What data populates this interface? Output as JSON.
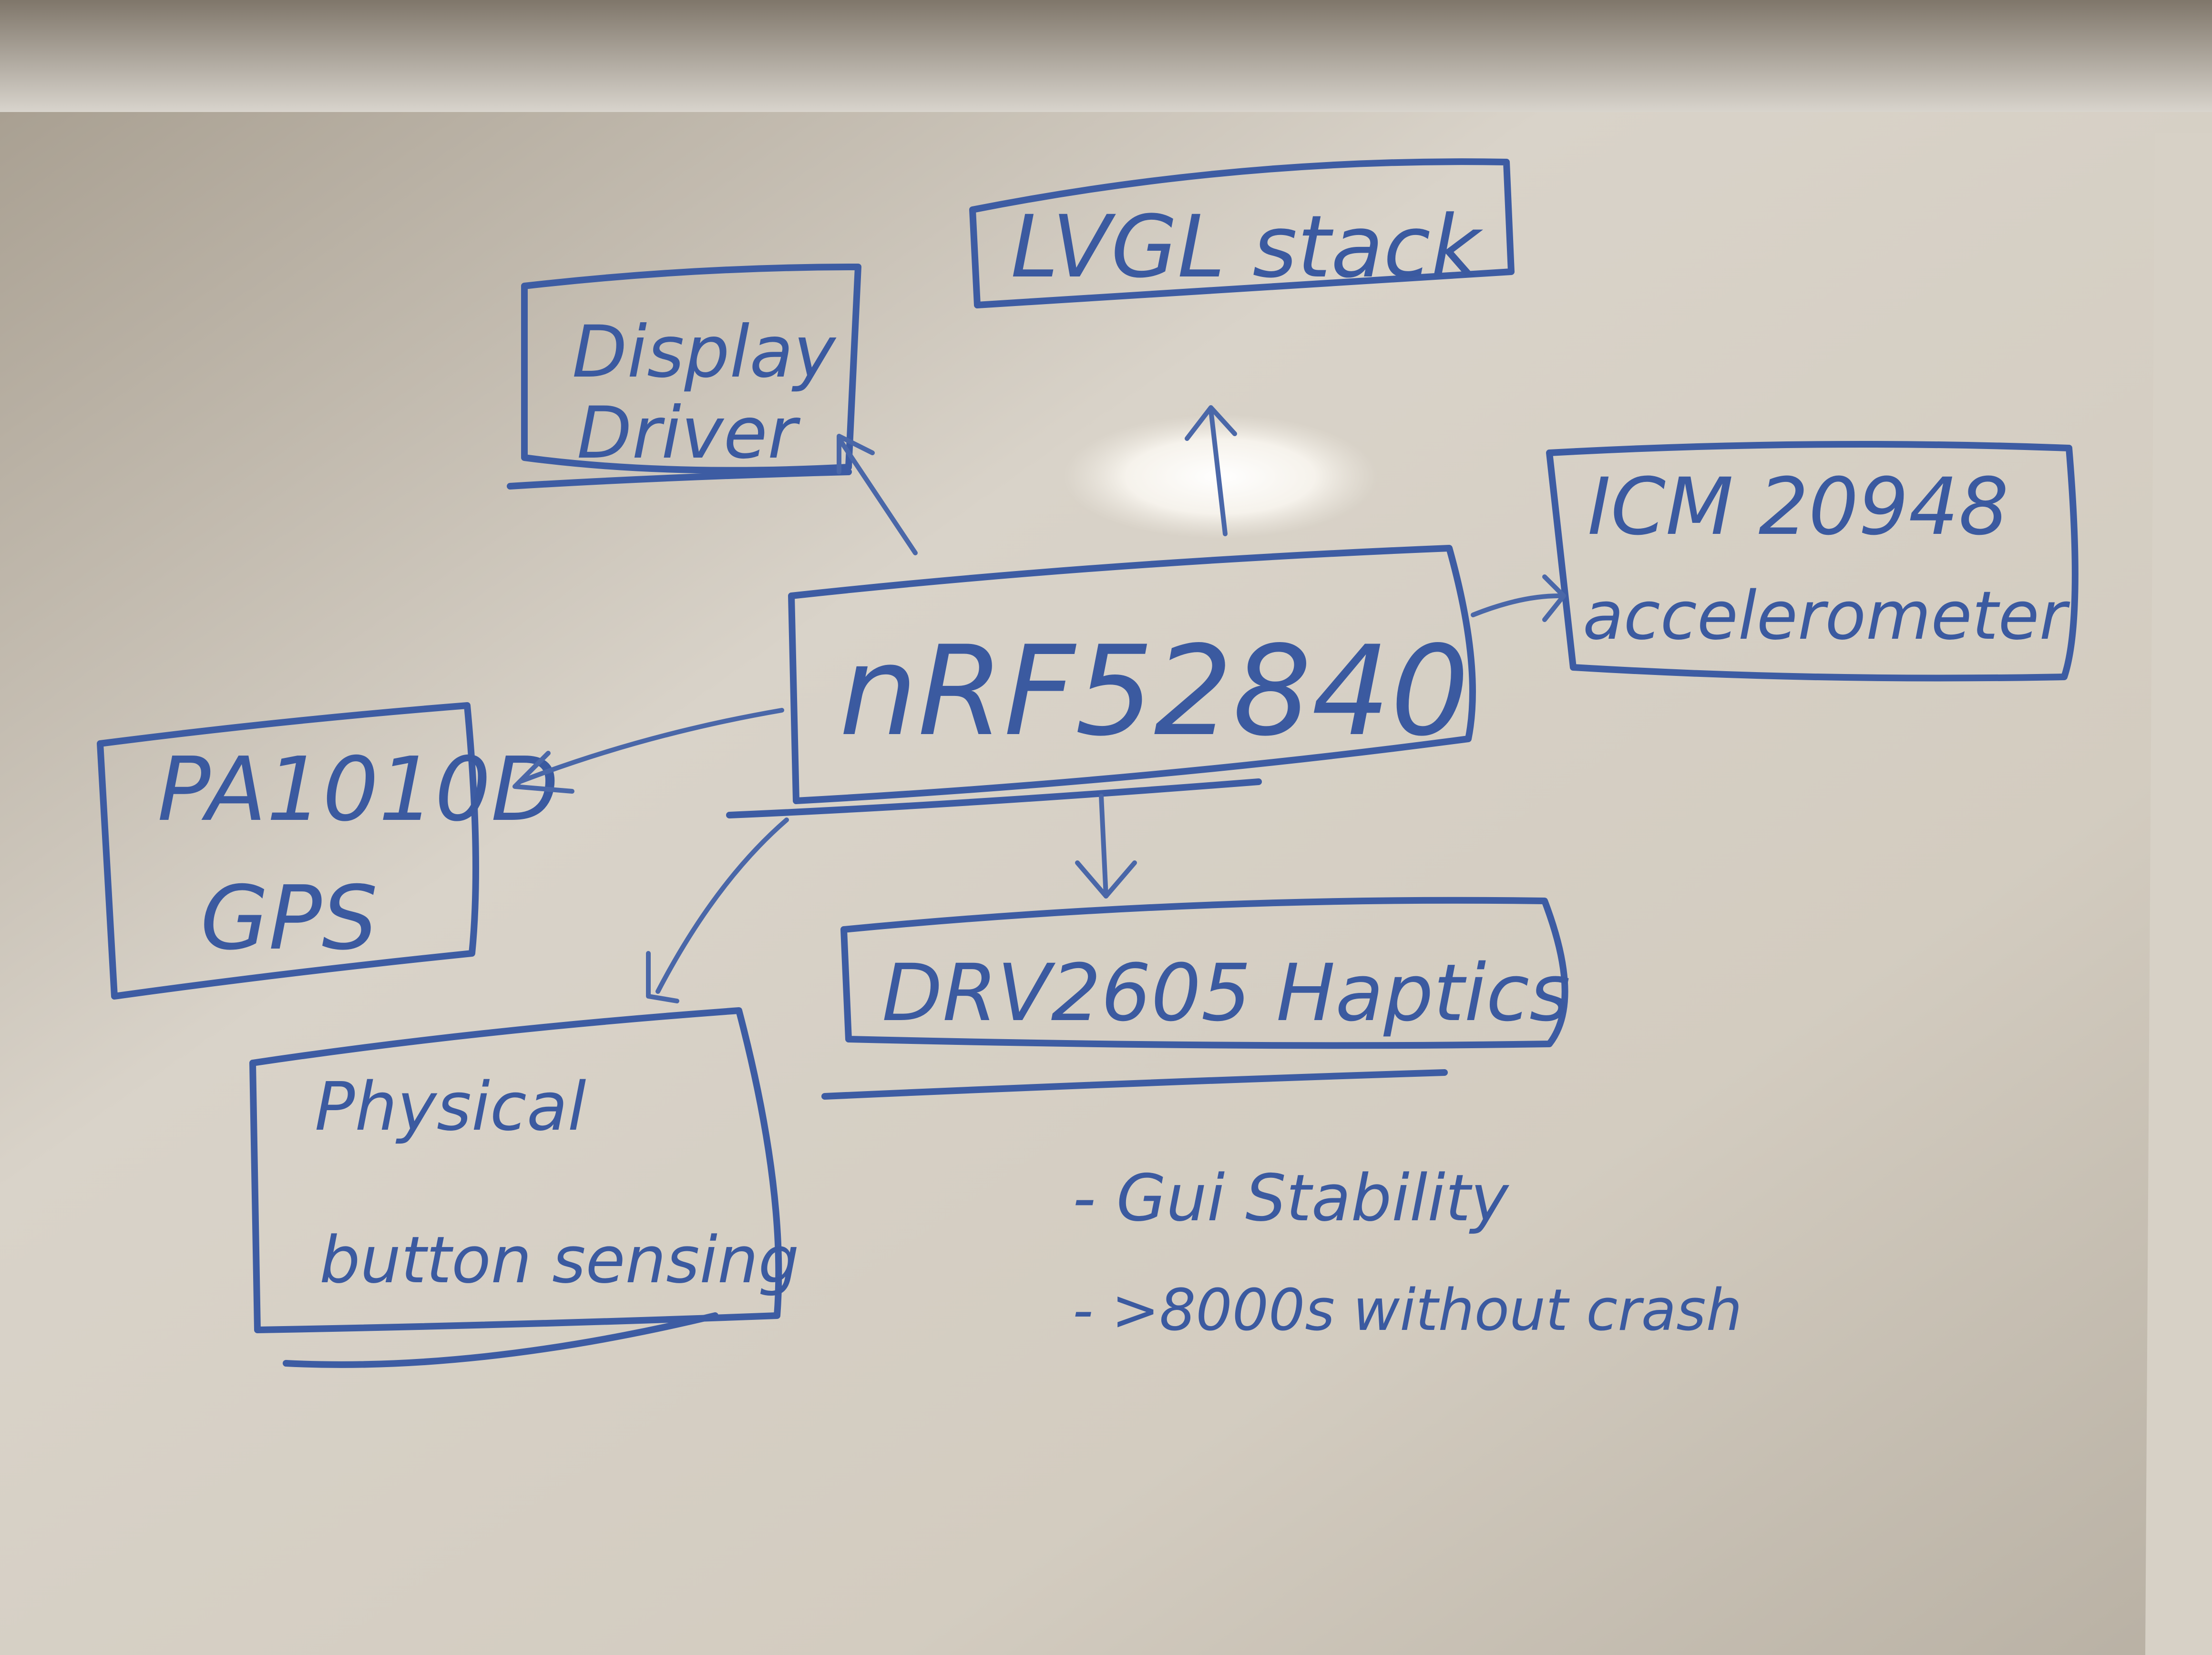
{
  "diagram": {
    "center": {
      "label": "nRF52840"
    },
    "nodes": {
      "lvgl": {
        "label": "LVGL stack"
      },
      "display": {
        "line1": "Display",
        "line2": "Driver"
      },
      "icm": {
        "line1": "ICM 20948",
        "line2": "accelerometer"
      },
      "gps": {
        "line1": "PA1010D",
        "line2": "GPS"
      },
      "haptics": {
        "label": "DRV2605 Haptics"
      },
      "button": {
        "line1": "Physical",
        "line2": "button sensing"
      }
    },
    "notes": [
      "- Gui Stability",
      "- >8000s without crash"
    ]
  },
  "colors": {
    "ink": "#3d5ca3",
    "board": "#d8d2c8",
    "frame": "#e8e4dc"
  }
}
